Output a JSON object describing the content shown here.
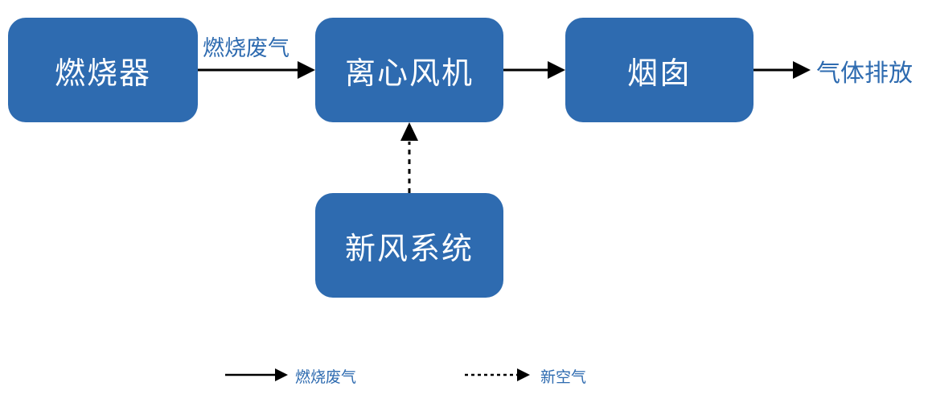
{
  "diagram": {
    "nodes": {
      "burner": "燃烧器",
      "fan": "离心风机",
      "chimney": "烟囱",
      "fresh_air_system": "新风系统"
    },
    "edges": {
      "burner_to_fan_label": "燃烧废气",
      "output_label": "气体排放"
    },
    "legend": {
      "solid_label": "燃烧废气",
      "dashed_label": "新空气"
    },
    "colors": {
      "node_fill": "#2e6bb0",
      "node_text": "#ffffff",
      "label_text": "#2e6bb0",
      "arrow": "#000000"
    }
  }
}
